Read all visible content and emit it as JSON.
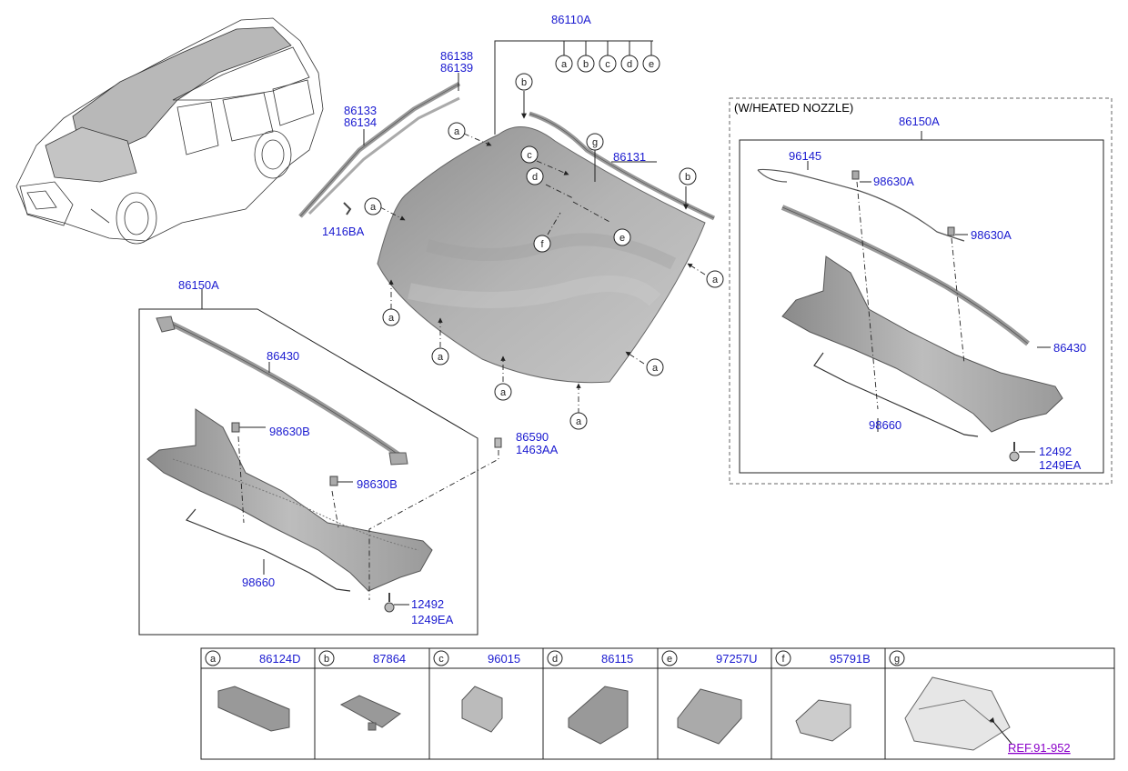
{
  "assembly_labels": {
    "windshield_assy": "86110A",
    "cowl_assy_left": "86150A",
    "cowl_assy_right": "86150A",
    "heated_nozzle_header": "(W/HEATED NOZZLE)"
  },
  "part_labels": {
    "molding_upper_a": "86138",
    "molding_upper_b": "86139",
    "molding_side_a": "86133",
    "molding_side_b": "86134",
    "clip_1416ba": "1416BA",
    "molding_86131": "86131",
    "seal_86430_left": "86430",
    "nozzle_98630b_1": "98630B",
    "nozzle_98630b_2": "98630B",
    "hose_98660_left": "98660",
    "bolt_86590": "86590",
    "bolt_1463aa": "1463AA",
    "screw_12492_left": "12492",
    "screw_1249ea_left": "1249EA",
    "harness_96145": "96145",
    "nozzle_98630a_1": "98630A",
    "nozzle_98630a_2": "98630A",
    "seal_86430_right": "86430",
    "hose_98660_right": "98660",
    "screw_12492_right": "12492",
    "screw_1249ea_right": "1249EA"
  },
  "callout_letters": [
    "a",
    "b",
    "c",
    "d",
    "e",
    "f",
    "g"
  ],
  "legend": {
    "items": [
      {
        "letter": "a",
        "part": "86124D"
      },
      {
        "letter": "b",
        "part": "87864"
      },
      {
        "letter": "c",
        "part": "96015"
      },
      {
        "letter": "d",
        "part": "86115"
      },
      {
        "letter": "e",
        "part": "97257U"
      },
      {
        "letter": "f",
        "part": "95791B"
      },
      {
        "letter": "g",
        "part": ""
      }
    ],
    "reference": "REF.91-952"
  },
  "colors": {
    "part_number": "#1a1ad0",
    "reference_link": "#8a00c8",
    "glass_fill": "#a9a9a9",
    "line": "#222222"
  }
}
